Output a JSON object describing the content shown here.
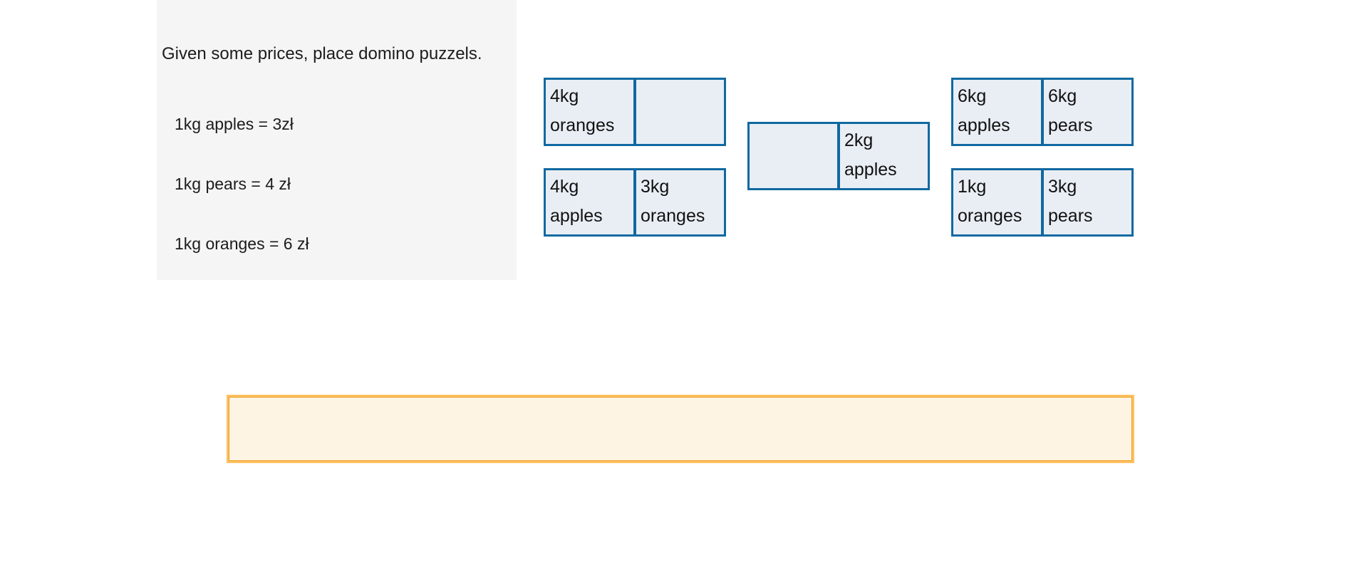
{
  "instructions": {
    "title": "Given some prices, place domino puzzels.",
    "prices": [
      "1kg apples = 3zł",
      "1kg pears = 4 zł",
      "1kg oranges = 6 zł"
    ]
  },
  "dominoes": [
    {
      "cells": [
        {
          "qty": "4kg",
          "item": "oranges"
        },
        {
          "qty": "",
          "item": ""
        }
      ]
    },
    {
      "cells": [
        {
          "qty": "4kg",
          "item": "apples"
        },
        {
          "qty": "3kg",
          "item": "oranges"
        }
      ]
    },
    {
      "cells": [
        {
          "qty": "",
          "item": ""
        },
        {
          "qty": "2kg",
          "item": "apples"
        }
      ]
    },
    {
      "cells": [
        {
          "qty": "6kg",
          "item": "apples"
        },
        {
          "qty": "6kg",
          "item": "pears"
        }
      ]
    },
    {
      "cells": [
        {
          "qty": "1kg",
          "item": "oranges"
        },
        {
          "qty": "3kg",
          "item": "pears"
        }
      ]
    }
  ],
  "colors": {
    "page_bg": "#ffffff",
    "panel_bg": "#f5f5f5",
    "text": "#1c1c1c",
    "domino_border": "#1069a0",
    "domino_fill": "#e9eef5",
    "dropzone_border": "#fcc263",
    "dropzone_border_inner": "#f1991a",
    "dropzone_fill": "#fdf4e4"
  }
}
